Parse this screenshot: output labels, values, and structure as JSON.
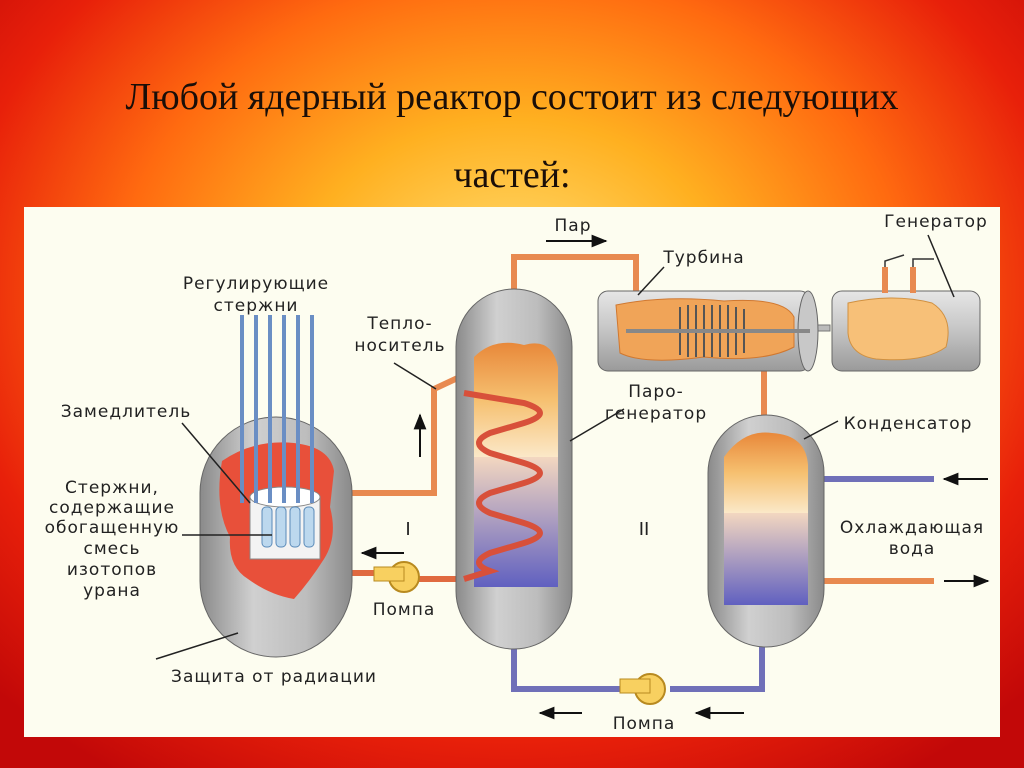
{
  "slide": {
    "title_line1": "Любой ядерный реактор состоит из следующих",
    "title_line2": "частей:"
  },
  "diagram": {
    "labels": {
      "control_rods_1": "Регулирующие",
      "control_rods_2": "стержни",
      "coolant_1": "Тепло-",
      "coolant_2": "носитель",
      "moderator": "Замедлитель",
      "fuel_rods_1": "Стержни,",
      "fuel_rods_2": "содержащие",
      "fuel_rods_3": "обогащенную",
      "fuel_rods_4": "смесь",
      "fuel_rods_5": "изотопов",
      "fuel_rods_6": "урана",
      "pump_primary": "Помпа",
      "radiation_shield": "Защита от радиации",
      "steam": "Пар",
      "turbine": "Турбина",
      "generator": "Генератор",
      "steam_generator_1": "Паро-",
      "steam_generator_2": "генератор",
      "condenser": "Конденсатор",
      "cooling_water_1": "Охлаждающая",
      "cooling_water_2": "вода",
      "pump_secondary": "Помпа",
      "circuit_1": "I",
      "circuit_2": "II"
    },
    "colors": {
      "hot_loop": "#e88a50",
      "cold_loop": "#7070b8",
      "vessel_gray": "#a8a8a8",
      "core_red": "#e8503a",
      "background": "#fdfdf0"
    }
  }
}
